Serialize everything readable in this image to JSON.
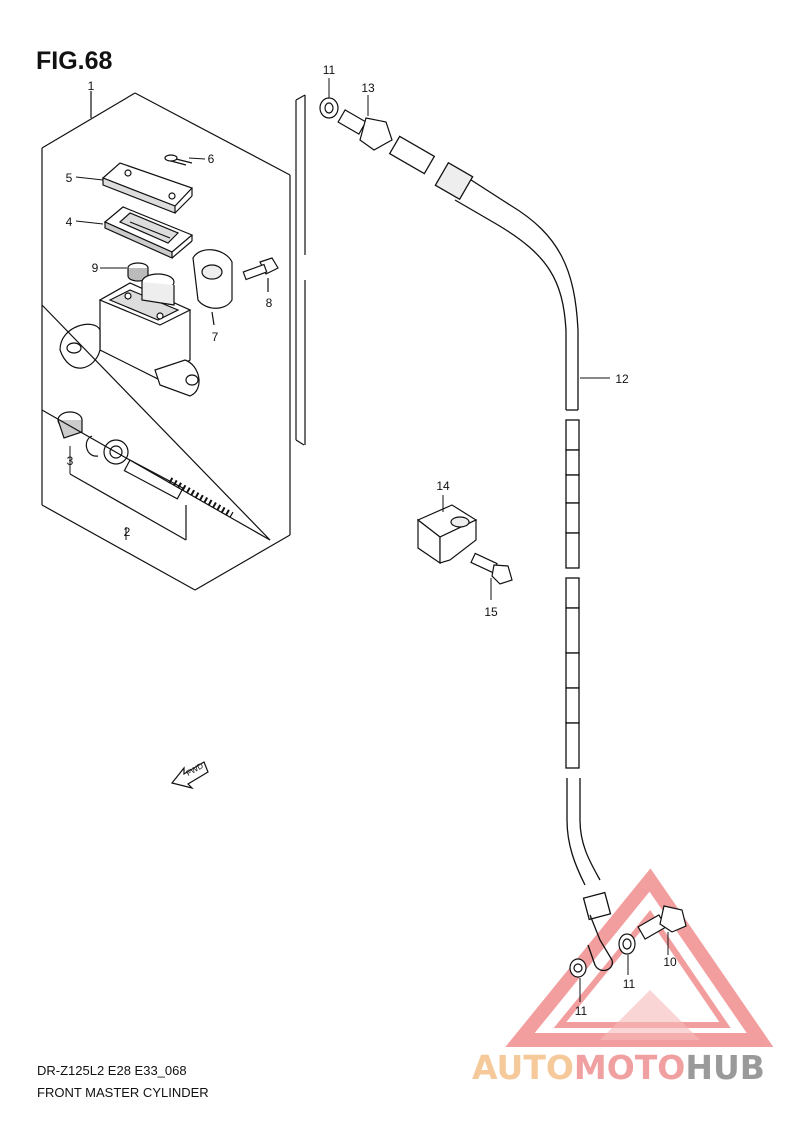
{
  "figure": {
    "title": "FIG.68"
  },
  "callouts": {
    "c1": "1",
    "c2": "2",
    "c3": "3",
    "c4": "4",
    "c5": "5",
    "c6": "6",
    "c7": "7",
    "c8": "8",
    "c9": "9",
    "c10": "10",
    "c11a": "11",
    "c11b": "11",
    "c11c": "11",
    "c12": "12",
    "c13": "13",
    "c14": "14",
    "c15": "15"
  },
  "fwd_label": "FWD",
  "footer": {
    "model": "DR-Z125L2 E28 E33_068",
    "name": "FRONT MASTER CYLINDER"
  },
  "watermark": {
    "part1": "AUTO",
    "part2": "MOTO",
    "part3": "HUB",
    "colors": {
      "auto": "#f5c99a",
      "moto": "#f0a0a0",
      "hub": "#9a9a9a",
      "triangle": "#e85050"
    }
  }
}
